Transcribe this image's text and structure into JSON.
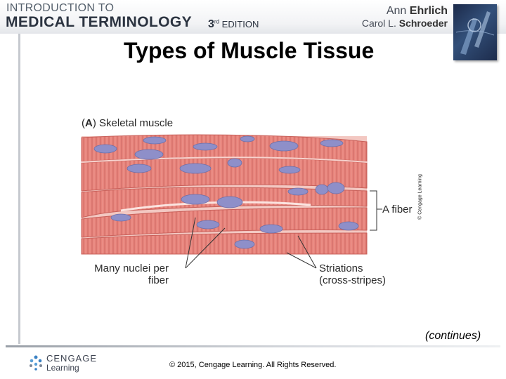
{
  "header": {
    "book_line1": "INTRODUCTION TO",
    "book_line2": "MEDICAL TERMINOLOGY",
    "edition_number": "3",
    "edition_suffix": "rd",
    "edition_word": "EDITION",
    "author1_first": "Ann",
    "author1_last": "Ehrlich",
    "author2_first": "Carol L.",
    "author2_last": "Schroeder"
  },
  "slide": {
    "title": "Types of Muscle Tissue",
    "continues": "(continues)"
  },
  "figure": {
    "panel_letter": "A",
    "panel_title": "Skeletal muscle",
    "label_fiber": "A fiber",
    "label_nuclei_line1": "Many nuclei per",
    "label_nuclei_line2": "fiber",
    "label_striations_line1": "Striations",
    "label_striations_line2": "(cross-stripes)",
    "credit": "© Cengage Learning"
  },
  "colors": {
    "muscle_fill": "#e8847c",
    "muscle_dark": "#c9605a",
    "nucleus": "#8e8fc9",
    "title": "#000000"
  },
  "footer": {
    "logo_line1": "CENGAGE",
    "logo_line2": "Learning",
    "copyright": "© 2015, Cengage Learning. All Rights Reserved."
  }
}
